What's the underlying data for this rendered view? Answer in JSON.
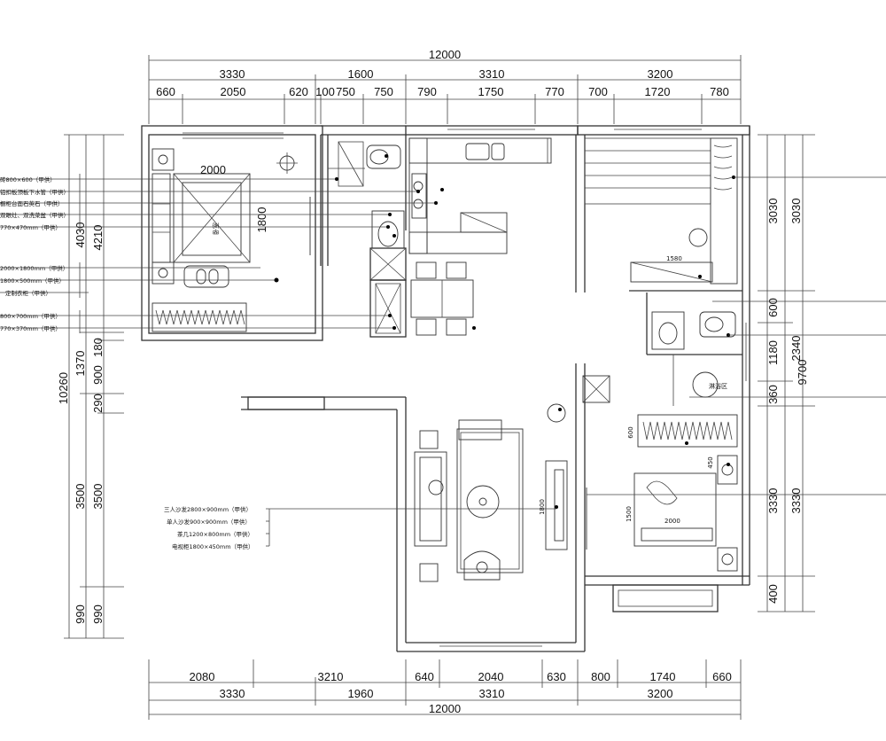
{
  "dimensions": {
    "top_total": "12000",
    "top_row1": [
      "3330",
      "1600",
      "3310",
      "3200"
    ],
    "top_row2": [
      "660",
      "2050",
      "620",
      "100",
      "750",
      "750",
      "790",
      "1750",
      "770",
      "700",
      "1720",
      "780"
    ],
    "bottom_row1": [
      "2080",
      "3210",
      "640",
      "2040",
      "630",
      "800",
      "1740",
      "660"
    ],
    "bottom_row2": [
      "3330",
      "1960",
      "3310",
      "3200"
    ],
    "bottom_total": "12000",
    "left_total": "10260",
    "left_outer": [
      "4030",
      "1370",
      "3500",
      "990"
    ],
    "left_inner": [
      "4210",
      "180",
      "900",
      "290",
      "3500",
      "990"
    ],
    "right_outer": [
      "3030",
      "600",
      "1180",
      "360",
      "3330",
      "400"
    ],
    "right_inner": [
      "3030",
      "2340",
      "3330"
    ],
    "right_total": "9700"
  },
  "room_dims": {
    "bed_width": "2000",
    "bed_length": "1800",
    "tv_len": "1800",
    "bed2_width": "2000",
    "bed2_len": "1500",
    "cabinet": "1580",
    "shower_label": "淋浴区",
    "wardrobe_dim": "600",
    "desk_dim": "450"
  },
  "left_callouts": [
    "砖800×600（甲供）",
    "铝扣板顶板下水管（甲供）",
    "橱柜台面石英石（甲供）",
    "双眼灶、双洗菜盆（甲供）",
    "770×470mm（甲供）",
    "2000×1800mm（甲供）",
    "1800×500mm（甲供）",
    "定制衣柜（甲供）",
    "800×700mm（甲供）",
    "770×370mm（甲供）"
  ],
  "living_callouts": [
    "三人沙发2800×900mm（甲供）",
    "单人沙发900×900mm（甲供）",
    "茶几1200×800mm（甲供）",
    "电视柜1800×450mm（甲供）"
  ]
}
